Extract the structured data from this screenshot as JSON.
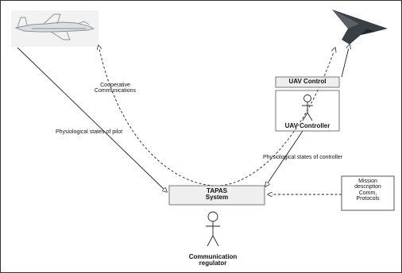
{
  "diagram": {
    "aircraft_label": "",
    "uav_control": "UAV Control",
    "uav_controller": "UAV Controller",
    "tapas": {
      "line1": "TAPAS",
      "line2": "System"
    },
    "regulator": {
      "line1": "Communication",
      "line2": "regulator"
    },
    "mission": {
      "line1": "Mission",
      "line2": "description",
      "line3": "Comm.",
      "line4": "Protocols"
    },
    "labels": {
      "cooperative_1": "Cooperative",
      "cooperative_2": "Communications",
      "physio_pilot": "Physiological states of pilot",
      "physio_controller": "Physiological states of controller"
    }
  },
  "colors": {
    "line": "#222222",
    "box_fill": "#efefef",
    "box_border": "#777777",
    "jet": "#8a8f94",
    "drone": "#3a3f44"
  }
}
